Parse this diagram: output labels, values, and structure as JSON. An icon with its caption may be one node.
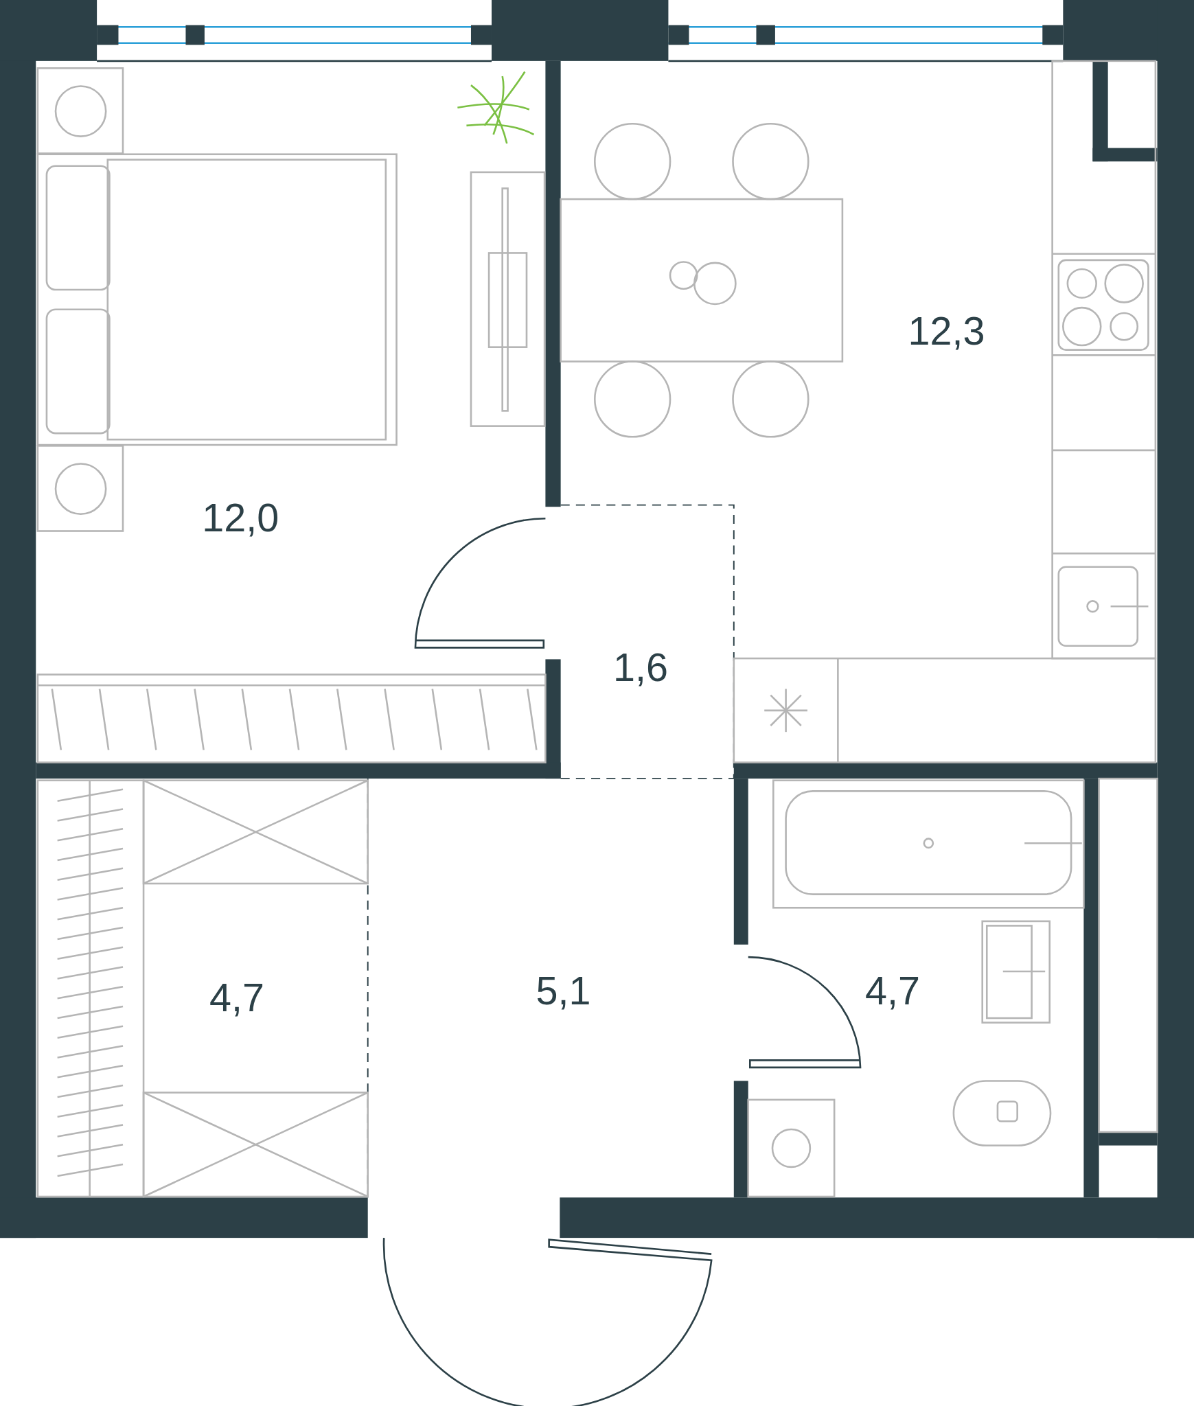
{
  "diagram": {
    "nodes": [
      {
        "text": [
          "12,0"
        ]
      },
      {
        "text": [
          "12,3"
        ]
      },
      {
        "text": [
          "1,6"
        ]
      },
      {
        "text": [
          "4,7"
        ]
      },
      {
        "text": [
          "5,1"
        ]
      },
      {
        "text": [
          "4,7"
        ]
      }
    ]
  }
}
